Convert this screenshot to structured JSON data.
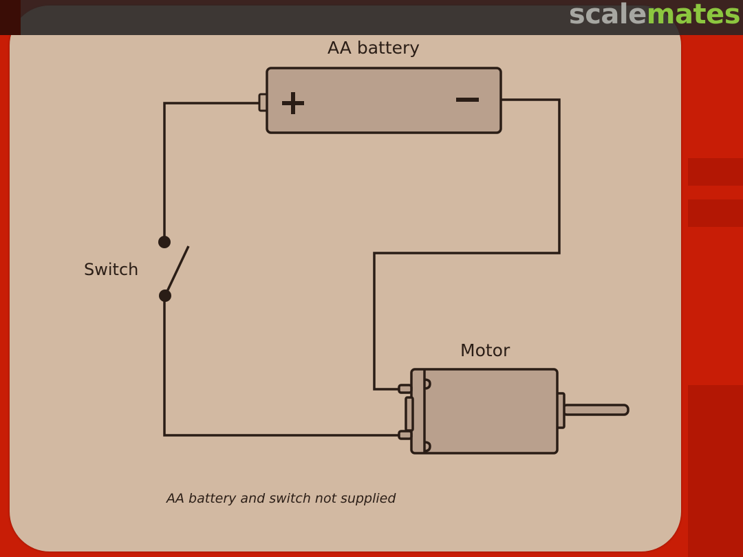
{
  "watermark": {
    "part1": "scale",
    "part2": "mates",
    "colors": {
      "part1": "#a7a7a2",
      "part2": "#8cc63f"
    }
  },
  "diagram": {
    "title_battery": "AA battery",
    "battery_plus": "+",
    "battery_minus": "−",
    "switch_label": "Switch",
    "motor_label": "Motor",
    "note": "AA battery and switch not supplied"
  },
  "colors": {
    "background_red": "#c81d06",
    "card": "#d2b9a2",
    "component_fill": "#b9a08d",
    "line": "#2a1d16"
  }
}
